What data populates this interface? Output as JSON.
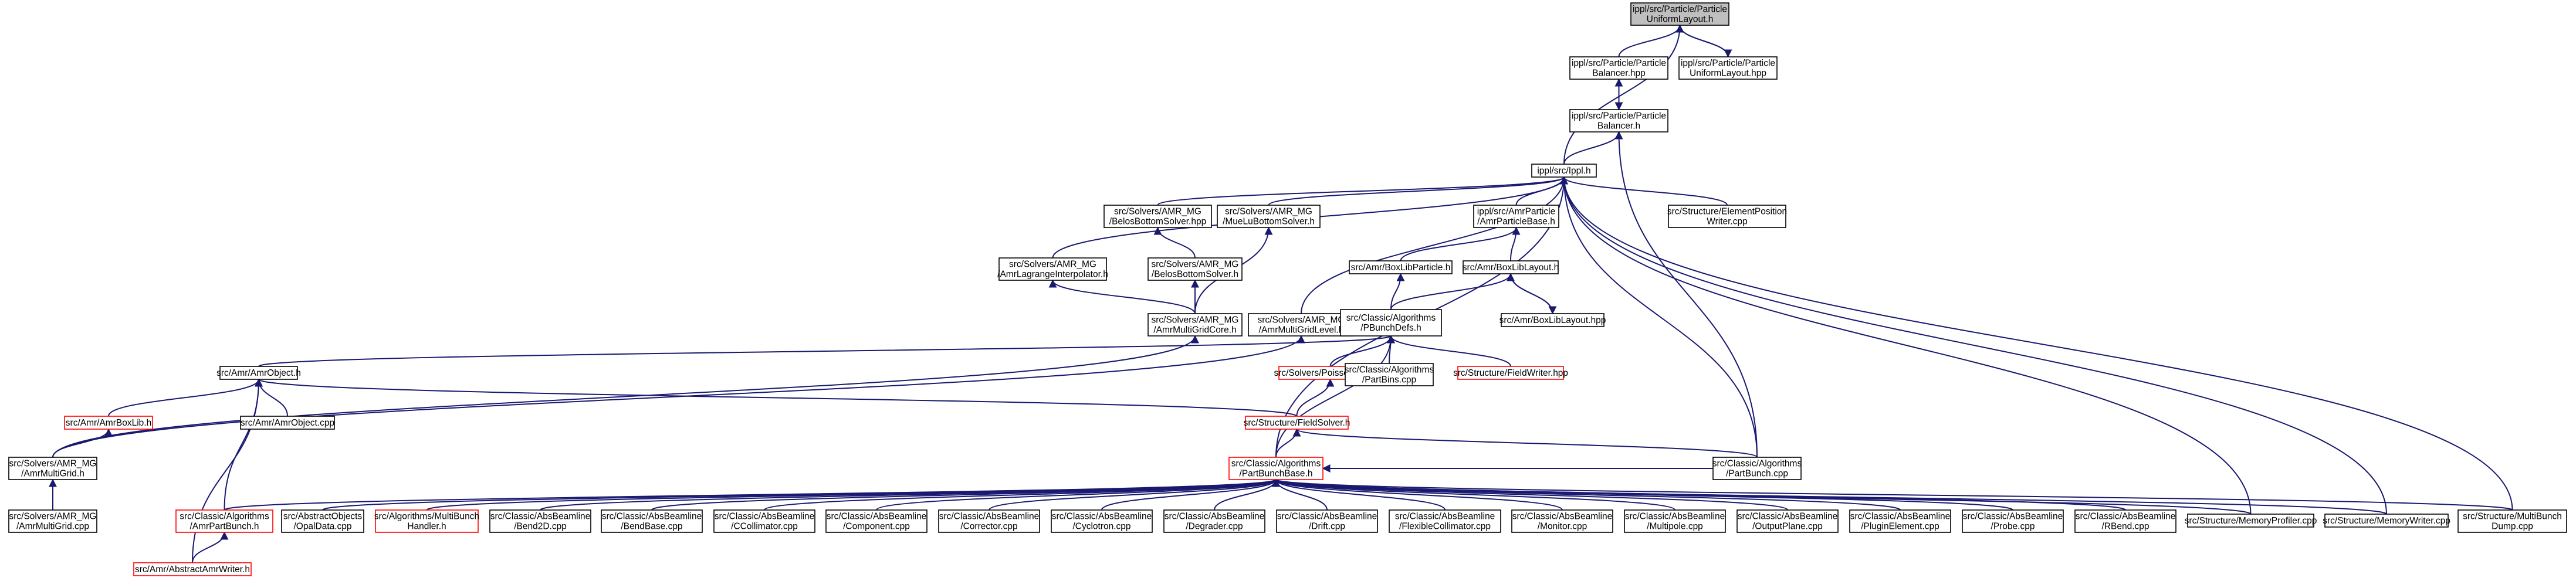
{
  "colors": {
    "edge": "#191970",
    "focus_fill": "#bfbfbf",
    "border": "#000000",
    "incomplete_border": "#ff0000"
  },
  "nodes": {
    "pul": {
      "lines": [
        "ippl/src/Particle/Particle",
        "UniformLayout.h"
      ],
      "kind": "focus"
    },
    "pbh": {
      "lines": [
        "ippl/src/Particle/Particle",
        "Balancer.hpp"
      ]
    },
    "pul_hpp": {
      "lines": [
        "ippl/src/Particle/Particle",
        "UniformLayout.hpp"
      ]
    },
    "pb": {
      "lines": [
        "ippl/src/Particle/Particle",
        "Balancer.h"
      ]
    },
    "ippl": {
      "lines": [
        "ippl/src/Ippl.h"
      ]
    },
    "lagr": {
      "lines": [
        "src/Solvers/AMR_MG",
        "/AmrLagrangeInterpolator.h"
      ]
    },
    "bbshpp": {
      "lines": [
        "src/Solvers/AMR_MG",
        "/BelosBottomSolver.hpp"
      ]
    },
    "muelu": {
      "lines": [
        "src/Solvers/AMR_MG",
        "/MueLuBottomSolver.h"
      ]
    },
    "amrpb": {
      "lines": [
        "ippl/src/AmrParticle",
        "/AmrParticleBase.h"
      ]
    },
    "elempos": {
      "lines": [
        "src/Structure/ElementPosition",
        "Writer.cpp"
      ]
    },
    "bbsh": {
      "lines": [
        "src/Solvers/AMR_MG",
        "/BelosBottomSolver.h"
      ]
    },
    "blp": {
      "lines": [
        "src/Amr/BoxLibParticle.h"
      ]
    },
    "bll": {
      "lines": [
        "src/Amr/BoxLibLayout.h"
      ]
    },
    "mgcore": {
      "lines": [
        "src/Solvers/AMR_MG",
        "/AmrMultiGridCore.h"
      ]
    },
    "mglevel": {
      "lines": [
        "src/Solvers/AMR_MG",
        "/AmrMultiGridLevel.h"
      ]
    },
    "pbdefs": {
      "lines": [
        "src/Classic/Algorithms",
        "/PBunchDefs.h"
      ]
    },
    "bllhpp": {
      "lines": [
        "src/Amr/BoxLibLayout.hpp"
      ]
    },
    "amrobj": {
      "lines": [
        "src/Amr/AmrObject.h"
      ]
    },
    "poisson": {
      "lines": [
        "src/Solvers/PoissonSolver.h"
      ],
      "kind": "red"
    },
    "partbins": {
      "lines": [
        "src/Classic/Algorithms",
        "/PartBins.cpp"
      ]
    },
    "fieldwriter": {
      "lines": [
        "src/Structure/FieldWriter.hpp"
      ],
      "kind": "red"
    },
    "amrboxlib": {
      "lines": [
        "src/Amr/AmrBoxLib.h"
      ],
      "kind": "red"
    },
    "amrobjcpp": {
      "lines": [
        "src/Amr/AmrObject.cpp"
      ]
    },
    "fieldsolver": {
      "lines": [
        "src/Structure/FieldSolver.h"
      ],
      "kind": "red"
    },
    "mg": {
      "lines": [
        "src/Solvers/AMR_MG",
        "/AmrMultiGrid.h"
      ]
    },
    "partbunch": {
      "lines": [
        "src/Classic/Algorithms",
        "/PartBunch.cpp"
      ]
    },
    "pbbase": {
      "lines": [
        "src/Classic/Algorithms",
        "/PartBunchBase.h"
      ],
      "kind": "red"
    },
    "mgcpp": {
      "lines": [
        "src/Solvers/AMR_MG",
        "/AmrMultiGrid.cpp"
      ]
    },
    "amrpartbunch": {
      "lines": [
        "src/Classic/Algorithms",
        "/AmrPartBunch.h"
      ],
      "kind": "red"
    },
    "opaldata": {
      "lines": [
        "src/AbstractObjects",
        "/OpalData.cpp"
      ]
    },
    "multibunch": {
      "lines": [
        "src/Algorithms/MultiBunch",
        "Handler.h"
      ],
      "kind": "red"
    },
    "bend2d": {
      "lines": [
        "src/Classic/AbsBeamline",
        "/Bend2D.cpp"
      ]
    },
    "bendbase": {
      "lines": [
        "src/Classic/AbsBeamline",
        "/BendBase.cpp"
      ]
    },
    "ccoll": {
      "lines": [
        "src/Classic/AbsBeamline",
        "/CCollimator.cpp"
      ]
    },
    "component": {
      "lines": [
        "src/Classic/AbsBeamline",
        "/Component.cpp"
      ]
    },
    "corrector": {
      "lines": [
        "src/Classic/AbsBeamline",
        "/Corrector.cpp"
      ]
    },
    "cyclotron": {
      "lines": [
        "src/Classic/AbsBeamline",
        "/Cyclotron.cpp"
      ]
    },
    "degrader": {
      "lines": [
        "src/Classic/AbsBeamline",
        "/Degrader.cpp"
      ]
    },
    "drift": {
      "lines": [
        "src/Classic/AbsBeamline",
        "/Drift.cpp"
      ]
    },
    "flexcoll": {
      "lines": [
        "src/Classic/AbsBeamline",
        "/FlexibleCollimator.cpp"
      ]
    },
    "monitor": {
      "lines": [
        "src/Classic/AbsBeamline",
        "/Monitor.cpp"
      ]
    },
    "multipole": {
      "lines": [
        "src/Classic/AbsBeamline",
        "/Multipole.cpp"
      ]
    },
    "outplane": {
      "lines": [
        "src/Classic/AbsBeamline",
        "/OutputPlane.cpp"
      ]
    },
    "pluginelem": {
      "lines": [
        "src/Classic/AbsBeamline",
        "/PluginElement.cpp"
      ]
    },
    "probe": {
      "lines": [
        "src/Classic/AbsBeamline",
        "/Probe.cpp"
      ]
    },
    "rbend": {
      "lines": [
        "src/Classic/AbsBeamline",
        "/RBend.cpp"
      ]
    },
    "memprof": {
      "lines": [
        "src/Structure/MemoryProfiler.cpp"
      ]
    },
    "memwriter": {
      "lines": [
        "src/Structure/MemoryWriter.cpp"
      ]
    },
    "multidump": {
      "lines": [
        "src/Structure/MultiBunch",
        "Dump.cpp"
      ]
    },
    "amrwriter": {
      "lines": [
        "src/Amr/AbstractAmrWriter.h"
      ],
      "kind": "red"
    }
  }
}
